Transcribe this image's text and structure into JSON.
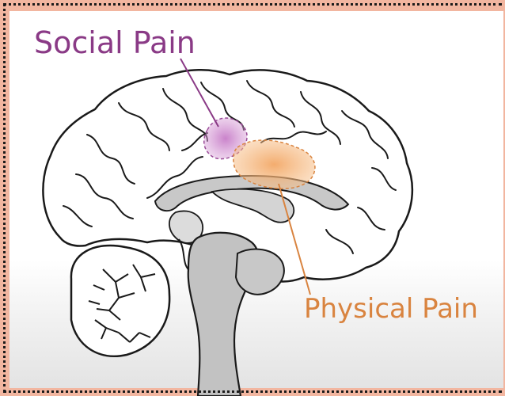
{
  "labels": {
    "social": "Social Pain",
    "physical": "Physical Pain"
  },
  "colors": {
    "frame": "#f2b6a0",
    "social": "#8a3a86",
    "physical": "#d98440",
    "outline": "#1a1a1a",
    "shade": "#c8c8c8"
  },
  "regions": [
    {
      "name": "social-pain-region",
      "color": "purple"
    },
    {
      "name": "physical-pain-region",
      "color": "orange"
    }
  ]
}
